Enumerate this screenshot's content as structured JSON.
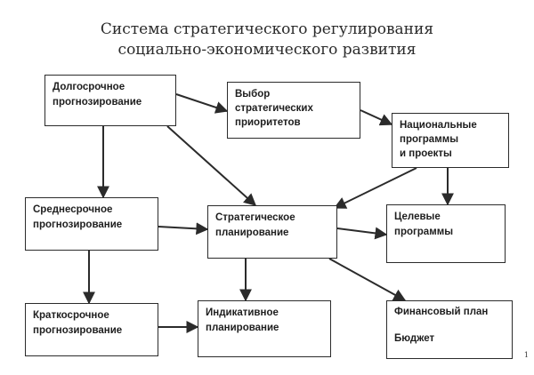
{
  "title": {
    "line1": "Система стратегического регулирования",
    "line2": "социально-экономического развития"
  },
  "nodes": {
    "long_term": {
      "lines": [
        "Долгосрочное",
        "прогнозирование"
      ]
    },
    "priorities": {
      "lines": [
        "Выбор",
        "стратегических",
        "приоритетов"
      ]
    },
    "national": {
      "lines": [
        "Национальные",
        "программы",
        "и проекты"
      ]
    },
    "medium_term": {
      "lines": [
        "Среднесрочное",
        "прогнозирование"
      ]
    },
    "strategic": {
      "lines": [
        "Стратегическое",
        "планирование"
      ]
    },
    "target": {
      "lines": [
        "Целевые",
        "программы"
      ]
    },
    "short_term": {
      "lines": [
        "Краткосрочное",
        "прогнозирование"
      ]
    },
    "indicative": {
      "lines": [
        "Индикативное",
        "планирование"
      ]
    },
    "finance": {
      "lines": [
        "Финансовый план",
        "",
        "Бюджет"
      ]
    }
  },
  "edges": [
    {
      "from": "long_term",
      "to": "priorities"
    },
    {
      "from": "long_term",
      "to": "medium_term"
    },
    {
      "from": "long_term",
      "to": "strategic"
    },
    {
      "from": "priorities",
      "to": "national"
    },
    {
      "from": "national",
      "to": "target"
    },
    {
      "from": "national",
      "to": "strategic"
    },
    {
      "from": "medium_term",
      "to": "strategic"
    },
    {
      "from": "medium_term",
      "to": "short_term"
    },
    {
      "from": "strategic",
      "to": "target"
    },
    {
      "from": "strategic",
      "to": "indicative"
    },
    {
      "from": "strategic",
      "to": "finance"
    },
    {
      "from": "short_term",
      "to": "indicative"
    }
  ],
  "page_number": "1",
  "colors": {
    "line": "#2b2b2b",
    "text": "#1e1e1e"
  }
}
